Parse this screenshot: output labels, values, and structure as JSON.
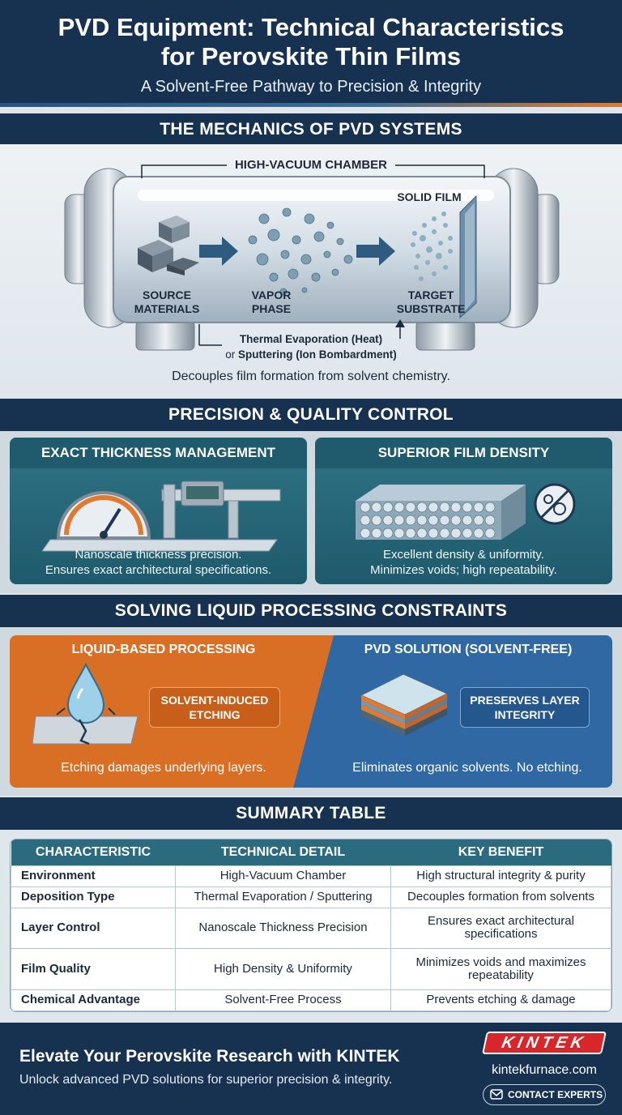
{
  "header": {
    "title_line1": "PVD Equipment: Technical Characteristics",
    "title_line2": "for Perovskite Thin Films",
    "subtitle": "A Solvent-Free Pathway to Precision & Integrity"
  },
  "mechanics": {
    "heading": "THE MECHANICS OF PVD SYSTEMS",
    "chamber_label": "HIGH-VACUUM CHAMBER",
    "solid_film": "SOLID FILM",
    "source_1": "SOURCE",
    "source_2": "MATERIALS",
    "vapor_1": "VAPOR",
    "vapor_2": "PHASE",
    "target_1": "TARGET",
    "target_2": "SUBSTRATE",
    "method_1": "Thermal Evaporation (Heat)",
    "method_2_prefix": "or ",
    "method_2": "Sputtering (Ion Bombardment)",
    "caption": "Decouples film formation from solvent chemistry."
  },
  "precision": {
    "heading": "PRECISION & QUALITY CONTROL",
    "left": {
      "title": "EXACT THICKNESS MANAGEMENT",
      "line1": "Nanoscale thickness precision.",
      "line2": "Ensures exact architectural specifications."
    },
    "right": {
      "title": "SUPERIOR FILM DENSITY",
      "line1": "Excellent density & uniformity.",
      "line2": "Minimizes voids; high repeatability."
    }
  },
  "liquid": {
    "heading": "SOLVING LIQUID PROCESSING CONSTRAINTS",
    "left": {
      "title": "LIQUID-BASED PROCESSING",
      "badge_1": "SOLVENT-INDUCED",
      "badge_2": "ETCHING",
      "caption": "Etching damages underlying layers."
    },
    "right": {
      "title": "PVD SOLUTION (SOLVENT-FREE)",
      "badge_1": "PRESERVES LAYER",
      "badge_2": "INTEGRITY",
      "caption": "Eliminates organic solvents. No etching."
    }
  },
  "summary": {
    "heading": "SUMMARY TABLE",
    "columns": [
      "CHARACTERISTIC",
      "TECHNICAL DETAIL",
      "KEY BENEFIT"
    ],
    "rows": [
      [
        "Environment",
        "High-Vacuum Chamber",
        "High structural integrity & purity"
      ],
      [
        "Deposition Type",
        "Thermal Evaporation / Sputtering",
        "Decouples formation from solvents"
      ],
      [
        "Layer Control",
        "Nanoscale Thickness Precision",
        "Ensures exact architectural specifications"
      ],
      [
        "Film Quality",
        "High Density & Uniformity",
        "Minimizes voids and maximizes repeatability"
      ],
      [
        "Chemical Advantage",
        "Solvent-Free Process",
        "Prevents etching & damage"
      ]
    ]
  },
  "footer": {
    "headline": "Elevate Your Perovskite Research with KINTEK",
    "tagline": "Unlock advanced PVD solutions for superior precision & integrity.",
    "logo": "KINTEK",
    "website": "kintekfurnace.com",
    "cta": "CONTACT EXPERTS"
  },
  "colors": {
    "navy": "#173250",
    "teal": "#2c6b7f",
    "orange": "#e07a2e",
    "blue": "#2e6aa8"
  }
}
